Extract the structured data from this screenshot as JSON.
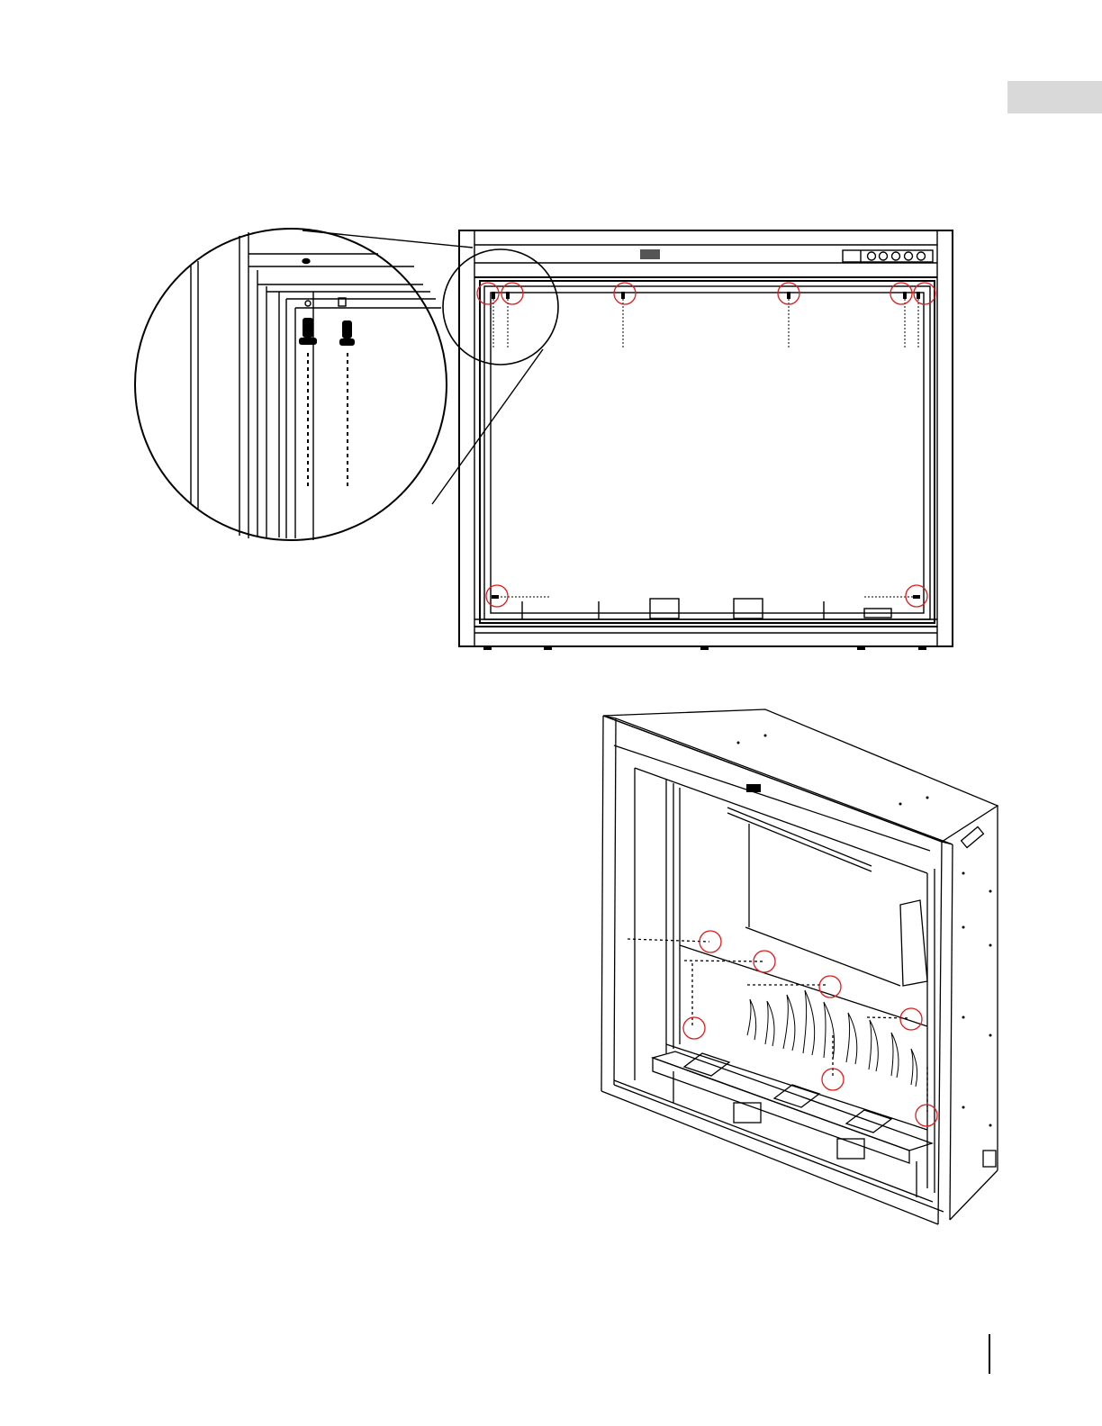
{
  "page": {
    "language_tab": "",
    "page_number": ""
  },
  "figures": {
    "front_view": {
      "icon": "fireplace-front-view-illustration",
      "screw_callouts": 8
    },
    "detail_view": {
      "icon": "magnified-corner-screw-detail"
    },
    "isometric_view": {
      "icon": "fireplace-isometric-view-illustration",
      "screw_callouts": 7
    }
  },
  "colors": {
    "line": "#000000",
    "callout": "#e01b1b",
    "tab": "#d9d9d9"
  }
}
